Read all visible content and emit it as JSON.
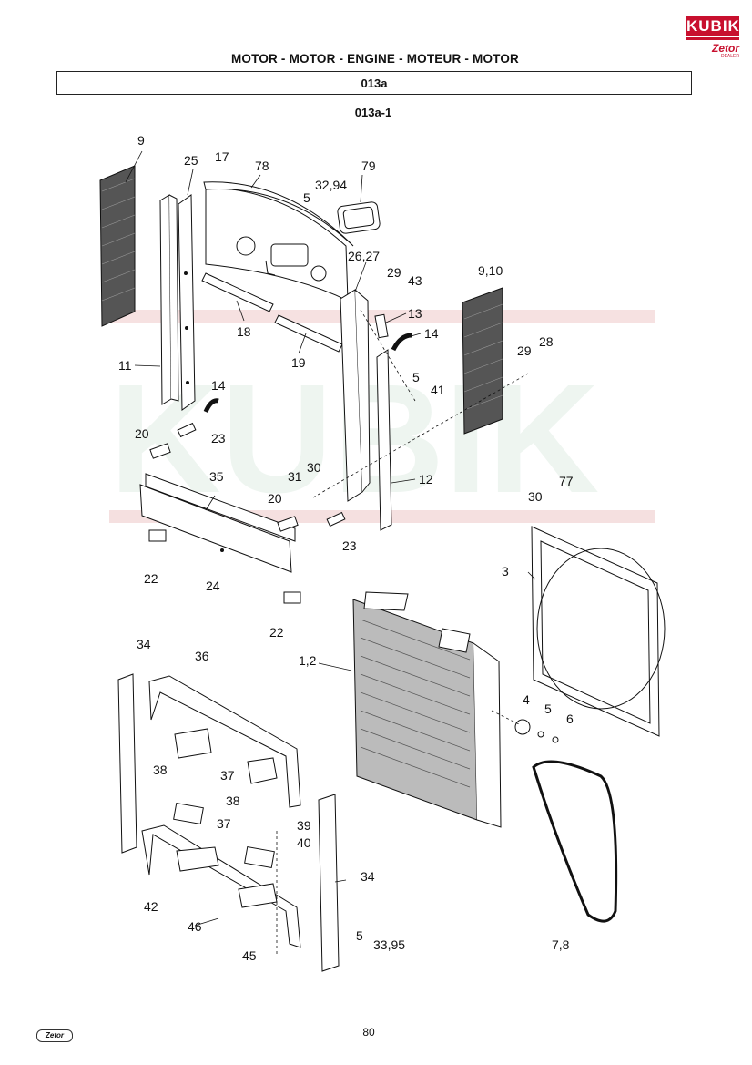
{
  "header": {
    "brand": "KUBIK",
    "dealer": "Zetor",
    "dealer_sub": "DEALER",
    "title": "MOTOR - MOTOR - ENGINE - MOTEUR - MOTOR",
    "section_code": "013a",
    "sub_code": "013a-1"
  },
  "watermark": {
    "text": "KUBIK",
    "color": "#e9c9c9"
  },
  "callouts": {
    "c9": "9",
    "c25": "25",
    "c17": "17",
    "c78": "78",
    "c79": "79",
    "c5a": "5",
    "c3294": "32,94",
    "c2627": "26,27",
    "c29a": "29",
    "c43": "43",
    "c910": "9,10",
    "c13": "13",
    "c14a": "14",
    "c29b": "29",
    "c28": "28",
    "c18": "18",
    "c19": "19",
    "c11": "11",
    "c14b": "14",
    "c5b": "5",
    "c41": "41",
    "c20a": "20",
    "c23a": "23",
    "c35": "35",
    "c31": "31",
    "c30a": "30",
    "c12": "12",
    "c20b": "20",
    "c23b": "23",
    "c30b": "30",
    "c77": "77",
    "c22a": "22",
    "c24": "24",
    "c3": "3",
    "c22b": "22",
    "c34a": "34",
    "c36": "36",
    "c12r": "1,2",
    "c4": "4",
    "c5c": "5",
    "c6": "6",
    "c38a": "38",
    "c37a": "37",
    "c38b": "38",
    "c37b": "37",
    "c39": "39",
    "c40": "40",
    "c34b": "34",
    "c42": "42",
    "c46": "46",
    "c78b": "7,8",
    "c5d": "5",
    "c3395": "33,95",
    "c45": "45"
  },
  "footer": {
    "logo": "Zetor",
    "page_number": "80"
  }
}
